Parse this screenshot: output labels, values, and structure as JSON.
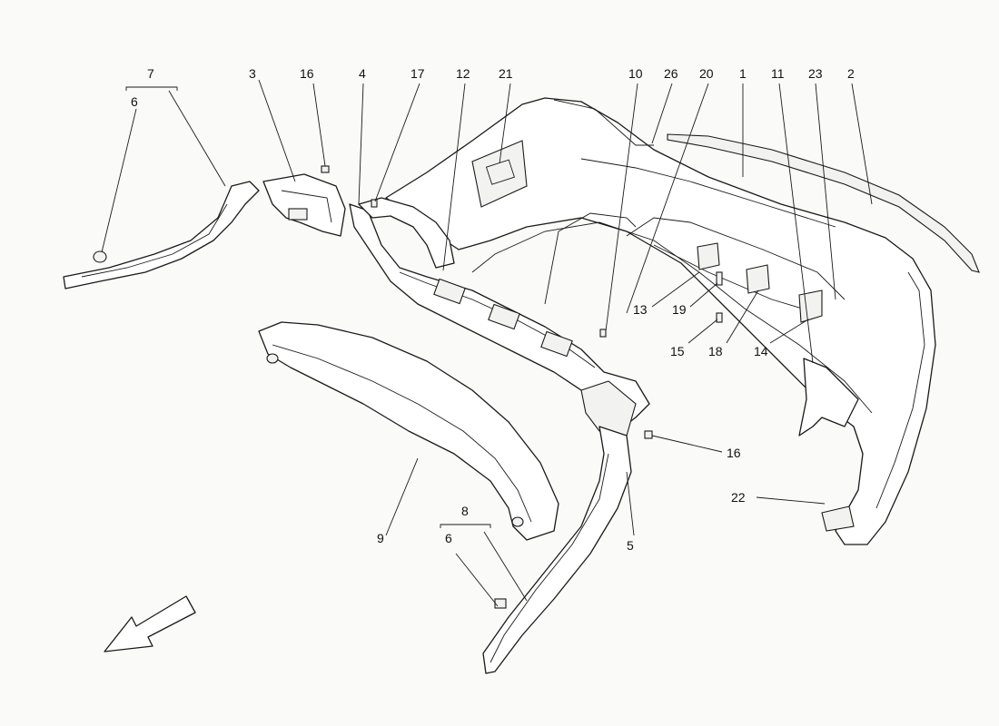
{
  "diagram": {
    "labels": {
      "p1": "1",
      "p2": "2",
      "p3": "3",
      "p4": "4",
      "p5": "5",
      "p6a": "6",
      "p6b": "6",
      "p7": "7",
      "p8": "8",
      "p9": "9",
      "p10": "10",
      "p11": "11",
      "p12": "12",
      "p13": "13",
      "p14": "14",
      "p15": "15",
      "p16a": "16",
      "p16b": "16",
      "p17": "17",
      "p18": "18",
      "p19": "19",
      "p20": "20",
      "p21": "21",
      "p22": "22",
      "p23": "23",
      "p26": "26"
    },
    "orientation_arrow_icon": "arrow-down-left-icon"
  }
}
